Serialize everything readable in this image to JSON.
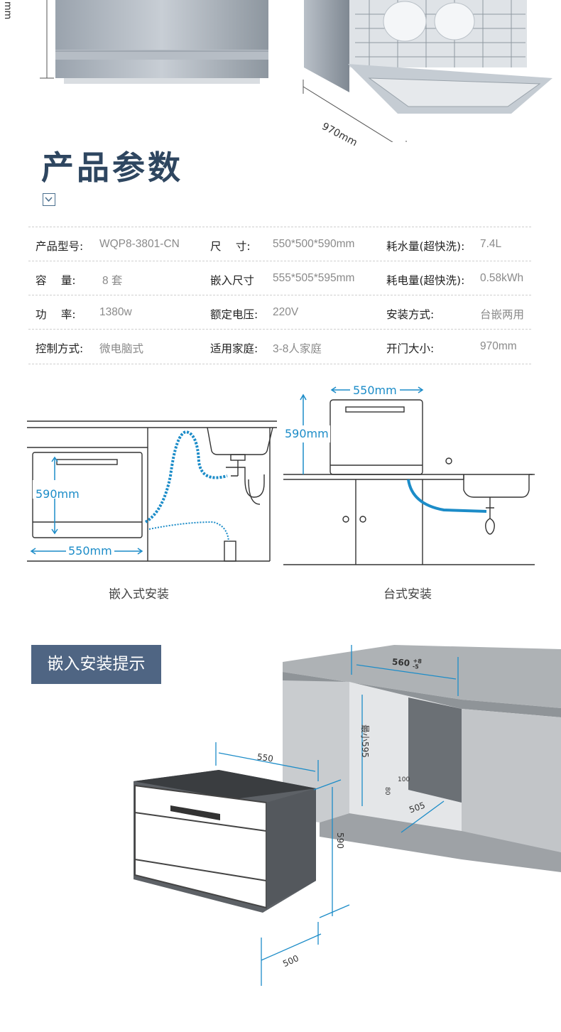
{
  "hero": {
    "dim_left_partial": "mm",
    "dim_depth": "970mm"
  },
  "params": {
    "title": "产品参数",
    "rows": [
      [
        {
          "label": "产品型号:",
          "value": "WQP8-3801-CN"
        },
        {
          "label": "尺　 寸:",
          "value": "550*500*590mm"
        },
        {
          "label": "耗水量(超快洗):",
          "value": "7.4L"
        }
      ],
      [
        {
          "label": "容　 量:",
          "value": "8 套"
        },
        {
          "label": "嵌入尺寸",
          "value": "555*505*595mm"
        },
        {
          "label": "耗电量(超快洗):",
          "value": "0.58kWh"
        }
      ],
      [
        {
          "label": "功　 率:",
          "value": "1380w"
        },
        {
          "label": "额定电压:",
          "value": "220V"
        },
        {
          "label": "安装方式:",
          "value": "台嵌两用"
        }
      ],
      [
        {
          "label": "控制方式:",
          "value": "微电脑式"
        },
        {
          "label": "适用家庭:",
          "value": "3-8人家庭"
        },
        {
          "label": "开门大小:",
          "value": "970mm"
        }
      ]
    ]
  },
  "install": {
    "builtin": {
      "height": "590mm",
      "width": "550mm",
      "caption": "嵌入式安装"
    },
    "countertop": {
      "height": "590mm",
      "width": "550mm",
      "caption": "台式安装"
    }
  },
  "tips": {
    "title": "嵌入安装提示",
    "cabinet_width": "560",
    "tol_plus": "+8",
    "tol_minus": "-5",
    "cabinet_height": "最小595",
    "cabinet_depth": "505",
    "gap_100": "100",
    "gap_80": "80",
    "machine_width": "550",
    "machine_height": "590",
    "machine_depth": "500"
  },
  "colors": {
    "accent": "#1c8cc8",
    "title": "#2e4660",
    "tip_bg": "#4f6583"
  }
}
